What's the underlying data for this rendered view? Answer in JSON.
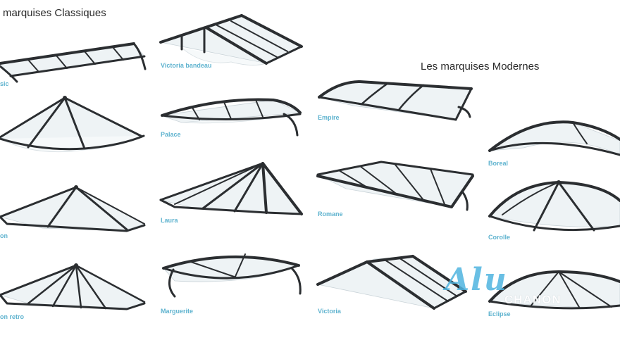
{
  "sections": {
    "classic_title": "marquises Classiques",
    "modern_title": "Les marquises Modernes"
  },
  "classic_items": [
    {
      "label": "sic",
      "icon": "flat-canopy-icon"
    },
    {
      "label": "",
      "icon": "round-pyramid-canopy-icon"
    },
    {
      "label": "on",
      "icon": "pyramid-canopy-icon"
    },
    {
      "label": "on retro",
      "icon": "pyramid-retro-canopy-icon"
    },
    {
      "label": "Victoria bandeau",
      "icon": "gable-bandeau-canopy-icon"
    },
    {
      "label": "Palace",
      "icon": "curved-palace-canopy-icon"
    },
    {
      "label": "Laura",
      "icon": "half-pyramid-canopy-icon"
    },
    {
      "label": "Marguerite",
      "icon": "oval-canopy-icon"
    }
  ],
  "modern_items": [
    {
      "label": "Empire",
      "icon": "curved-empire-canopy-icon"
    },
    {
      "label": "Romane",
      "icon": "flat-romane-canopy-icon"
    },
    {
      "label": "Victoria",
      "icon": "gable-victoria-canopy-icon"
    },
    {
      "label": "Boreal",
      "icon": "arch-boreal-canopy-icon"
    },
    {
      "label": "Corolle",
      "icon": "dome-corolle-canopy-icon"
    },
    {
      "label": "Eclipse",
      "icon": "dome-eclipse-canopy-icon"
    }
  ],
  "watermark": {
    "logo": "Alu",
    "sub": "CHANON"
  },
  "colors": {
    "label": "#5fb3cf",
    "frame": "#2b2e31",
    "title": "#2a2a2a"
  }
}
